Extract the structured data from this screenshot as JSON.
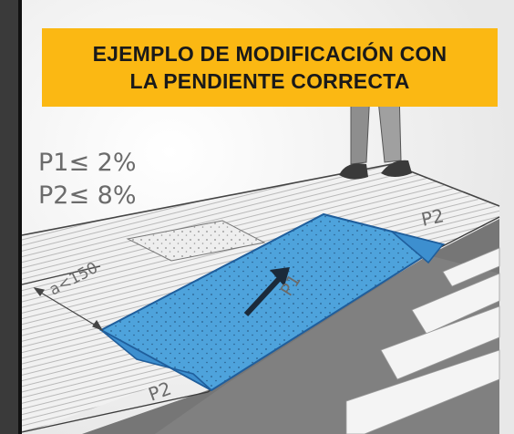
{
  "banner": {
    "line1": "EJEMPLO DE MODIFICACIÓN CON",
    "line2": "LA PENDIENTE CORRECTA"
  },
  "formulas": {
    "p1": "P1≤ 2%",
    "p2": "P2≤ 8%"
  },
  "labels": {
    "width": "a<150",
    "ramp_main": "P1",
    "ramp_side_top": "P2",
    "ramp_side_bottom": "P2"
  },
  "colors": {
    "ramp_fill": "#4ea3dc",
    "ramp_edge": "#1f5e9c",
    "banner": "#fbb813"
  }
}
